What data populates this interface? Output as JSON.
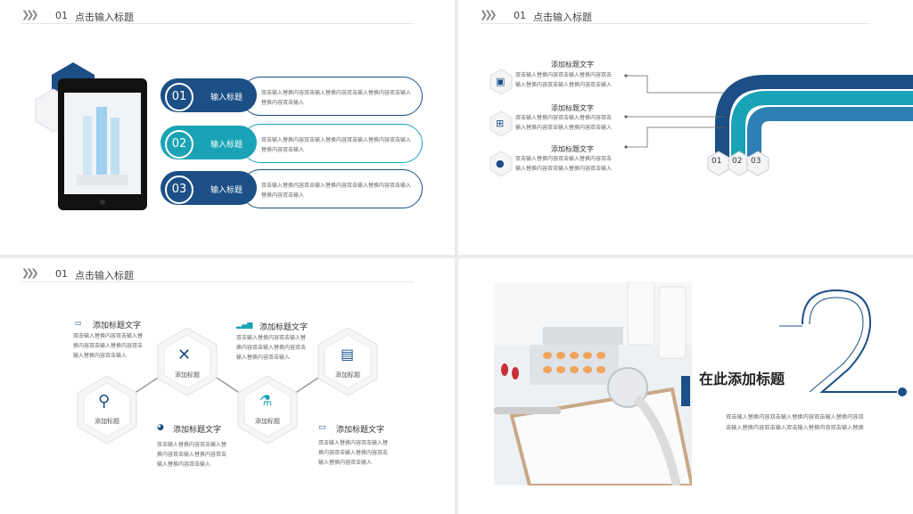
{
  "header": {
    "num": "01",
    "title": "点击输入标题"
  },
  "slide1": {
    "items": [
      {
        "num": "01",
        "label": "输入标题",
        "desc": "双击输入替换内容双击输入替换内容双击输入替换内容双击输入替换内容双击输入"
      },
      {
        "num": "02",
        "label": "输入标题",
        "desc": "双击输入替换内容双击输入替换内容双击输入替换内容双击输入替换内容双击输入"
      },
      {
        "num": "03",
        "label": "输入标题",
        "desc": "双击输入替换内容双击输入替换内容双击输入替换内容双击输入替换内容双击输入"
      }
    ]
  },
  "slide2": {
    "items": [
      {
        "title": "添加标题文字",
        "line1": "双击输入替换内容双击输入替换内容双击",
        "line2": "输入替换内容双击输入替换内容双击输入",
        "icon": "android-icon"
      },
      {
        "title": "添加标题文字",
        "line1": "双击输入替换内容双击输入替换内容双击",
        "line2": "输入替换内容双击输入替换内容双击输入",
        "icon": "windows-icon"
      },
      {
        "title": "添加标题文字",
        "line1": "双击输入替换内容双击输入替换内容双击",
        "line2": "输入替换内容双击输入替换内容双击输入",
        "icon": "apple-icon"
      }
    ],
    "steps": [
      "01",
      "02",
      "03"
    ],
    "colors": {
      "dark": "#1b4f86",
      "teal": "#1aa3b6",
      "mid": "#2f7fb5"
    }
  },
  "slide3": {
    "hexes": [
      "添加标题",
      "添加标题",
      "添加标题",
      "添加标题"
    ],
    "blocks": [
      {
        "title": "添加标题文字",
        "l1": "双击输入替换内容双击输入替",
        "l2": "换内容双击输入替换内容双击",
        "l3": "输入替换内容双击输入"
      },
      {
        "title": "添加标题文字",
        "l1": "双击输入替换内容双击输入替",
        "l2": "换内容双击输入替换内容双击",
        "l3": "输入替换内容双击输入"
      },
      {
        "title": "添加标题文字",
        "l1": "双击输入替换内容双击输入替",
        "l2": "换内容双击输入替换内容双击",
        "l3": "输入替换内容双击输入"
      },
      {
        "title": "添加标题文字",
        "l1": "双击输入替换内容双击输入替",
        "l2": "换内容双击输入替换内容双击",
        "l3": "输入替换内容双击输入"
      }
    ]
  },
  "slide4": {
    "title": "在此添加标题",
    "big_number": "2",
    "desc1": "双击输入替换内容双击输入替换内容双击输入替换内容双",
    "desc2": "击输入替换内容双击输入双击输入替换内容双击输入替换"
  }
}
